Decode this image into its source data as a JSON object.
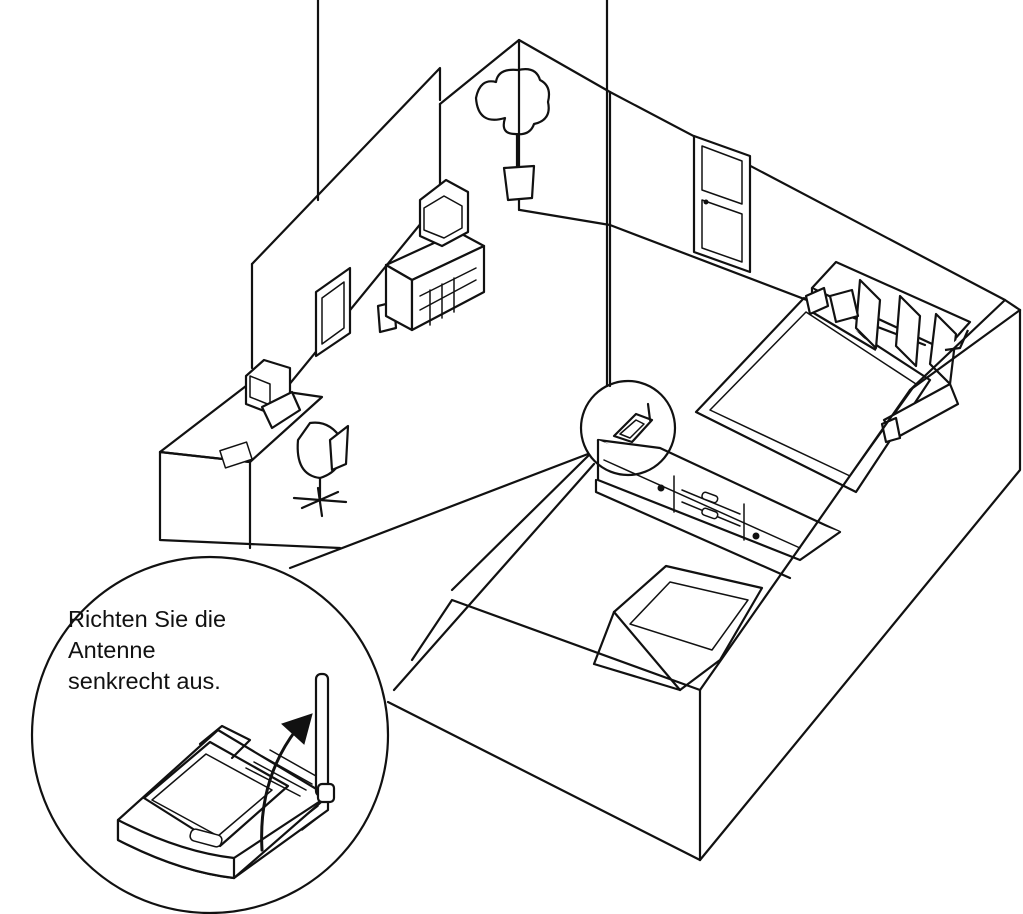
{
  "callout": {
    "lines": [
      "Richten Sie die",
      "Antenne",
      "senkrecht aus."
    ]
  },
  "colors": {
    "line": "#111111",
    "background": "#ffffff"
  }
}
